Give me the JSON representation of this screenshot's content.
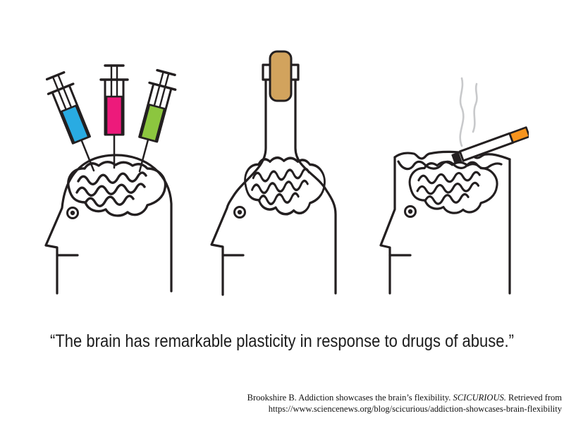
{
  "slide": {
    "background": "#ffffff",
    "quote_text": "“The brain has remarkable plasticity in response to drugs of abuse.”",
    "citation": {
      "line1_pre": "Brookshire B. Addiction showcases the brain’s flexibility. ",
      "line1_italic": "SCICURIOUS.",
      "line1_post": " Retrieved from",
      "line2_url": "https://www.sciencenews.org/blog/scicurious/addiction-showcases-brain-flexibility"
    }
  },
  "illustration": {
    "description": "Three line-drawn human head profiles illustrating drugs of abuse: syringes injected into an exposed brain, a head shaped as a corked bottle, and an open ashtray head with a smoking cigarette",
    "figures": [
      {
        "id": "syringes-head",
        "label": "head with three syringes injected into brain"
      },
      {
        "id": "bottle-head",
        "label": "bottle-shaped head sealed with a cork"
      },
      {
        "id": "ashtray-head",
        "label": "open ashtray head with lit cigarette and smoke"
      }
    ],
    "colors": {
      "outline": "#231f20",
      "syringe_blue": "#29abe2",
      "syringe_pink": "#ed1a7b",
      "syringe_green": "#8cc63f",
      "cork": "#d2a35d",
      "cigarette_filter": "#f7941d",
      "cigarette_body": "#ffffff",
      "cigarette_burnt_tip": "#231f20",
      "smoke": "#c8c9cb",
      "text": "#1c1c1c"
    }
  }
}
